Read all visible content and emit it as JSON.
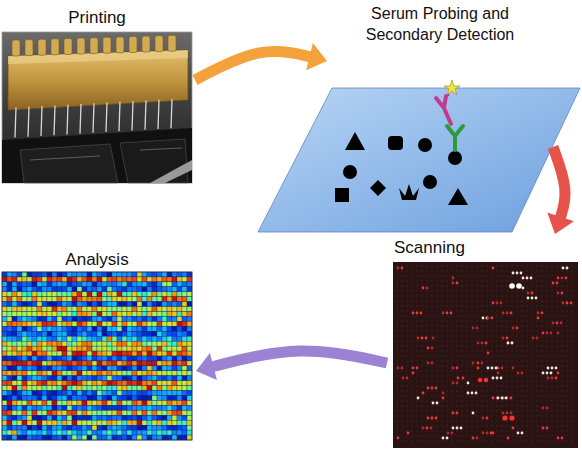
{
  "diagram": {
    "nodes": [
      {
        "text": [
          "Printing"
        ]
      },
      {
        "text": [
          "Serum Probing and Secondary Detection"
        ]
      },
      {
        "text": [
          "Scanning"
        ]
      },
      {
        "text": [
          "Analysis"
        ]
      }
    ],
    "edges": [
      {
        "from": 0,
        "to": 1,
        "arrow": "to"
      },
      {
        "from": 1,
        "to": 2,
        "arrow": "to"
      },
      {
        "from": 2,
        "to": 3,
        "arrow": "to"
      }
    ]
  }
}
